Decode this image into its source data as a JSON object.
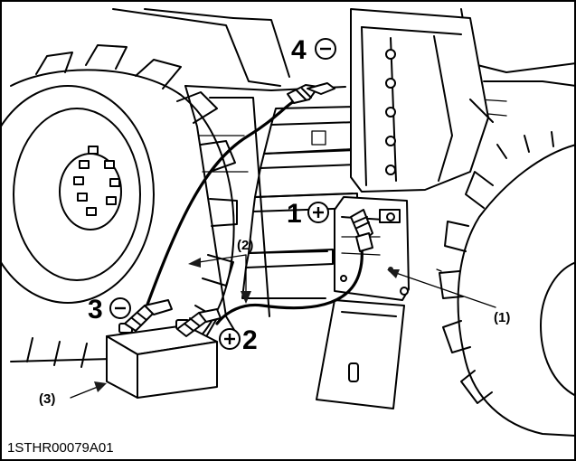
{
  "figure_code": "1STHR00079A01",
  "callouts": {
    "battery_cover": "(1)",
    "booster_cables": "(2)",
    "helper_battery": "(3)"
  },
  "terminals": {
    "step1": {
      "number": "1",
      "polarity": "positive",
      "symbol": "⊕"
    },
    "step2": {
      "number": "2",
      "polarity": "positive",
      "symbol": "⊕"
    },
    "step3": {
      "number": "3",
      "polarity": "negative",
      "symbol": "⊖"
    },
    "step4": {
      "number": "4",
      "polarity": "negative",
      "symbol": "⊖"
    }
  },
  "colors": {
    "line": "#000000",
    "background": "#ffffff"
  }
}
